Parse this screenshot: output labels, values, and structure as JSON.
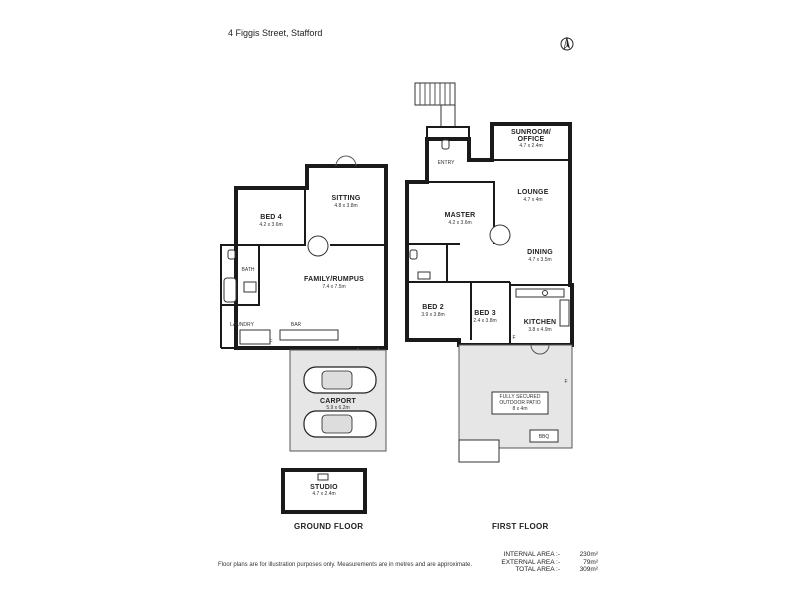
{
  "header": {
    "address": "4 Figgis Street, Stafford"
  },
  "floors": [
    {
      "label": "GROUND FLOOR"
    },
    {
      "label": "FIRST FLOOR"
    }
  ],
  "rooms": {
    "bed4": {
      "name": "BED 4",
      "dims": "4.2 x 3.6m"
    },
    "sitting": {
      "name": "SITTING",
      "dims": "4.8 x 3.8m"
    },
    "bath": {
      "name": "BATH"
    },
    "family": {
      "name": "FAMILY/RUMPUS",
      "dims": "7.4 x 7.5m"
    },
    "laundry": {
      "name": "LAUNDRY"
    },
    "bar": {
      "name": "BAR"
    },
    "carport": {
      "name": "CARPORT",
      "dims": "5.9 x 6.2m"
    },
    "studio": {
      "name": "STUDIO",
      "dims": "4.7 x 2.4m"
    },
    "entry": {
      "name": "ENTRY"
    },
    "sunroom_line1": {
      "name": "SUNROOM/"
    },
    "sunroom_line2": {
      "name": "OFFICE",
      "dims": "4.7 x 2.4m"
    },
    "master": {
      "name": "MASTER",
      "dims": "4.2 x 3.6m"
    },
    "lounge": {
      "name": "LOUNGE",
      "dims": "4.7 x 4m"
    },
    "dining": {
      "name": "DINING",
      "dims": "4.7 x 3.5m"
    },
    "bed2": {
      "name": "BED 2",
      "dims": "3.9 x 3.8m"
    },
    "bed3": {
      "name": "BED 3",
      "dims": "2.4 x 3.8m"
    },
    "kitchen": {
      "name": "KITCHEN",
      "dims": "3.8 x 4.9m"
    },
    "patio_line1": {
      "name": "FULLY SECURED"
    },
    "patio_line2": {
      "name": "OUTDOOR PATIO",
      "dims": "8 x 4m"
    },
    "bbq": {
      "name": "BBQ"
    }
  },
  "fixture_marks": {
    "fridge": "F"
  },
  "footer": {
    "disclaimer": "Floor plans are for illustration purposes only. Measurements are in metres and are approximate.",
    "areas": [
      {
        "label": "INTERNAL AREA :-",
        "value": "230m²"
      },
      {
        "label": "EXTERNAL AREA :-",
        "value": "79m²"
      },
      {
        "label": "TOTAL AREA :-",
        "value": "309m²"
      }
    ]
  }
}
